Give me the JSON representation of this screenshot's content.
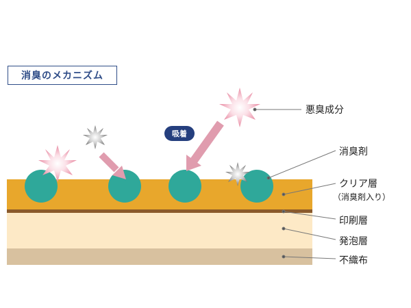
{
  "title": "消臭のメカニズム",
  "badge": "吸着",
  "labels": {
    "odor": "悪臭成分",
    "deodorant": "消臭剤",
    "clear_layer": "クリア層",
    "clear_layer_note": "（消臭剤入り）",
    "print_layer": "印刷層",
    "foam_layer": "発泡層",
    "nonwoven": "不織布"
  },
  "colors": {
    "clear_layer": "#e8a72c",
    "print_layer": "#8b5a2b",
    "foam_layer": "#fde9c6",
    "nonwoven": "#d8c19f",
    "deodorant": "#2fa89a",
    "odor_pink": "#f3a6b8",
    "odor_gray": "#9a9a9a",
    "arrow": "#e09cae",
    "title": "#2e4c87",
    "badge": "#253f7e"
  },
  "icons": {
    "odor_particle": "starburst-icon",
    "deodorant_particle": "circle-icon",
    "absorb_arrow": "arrow-icon"
  }
}
